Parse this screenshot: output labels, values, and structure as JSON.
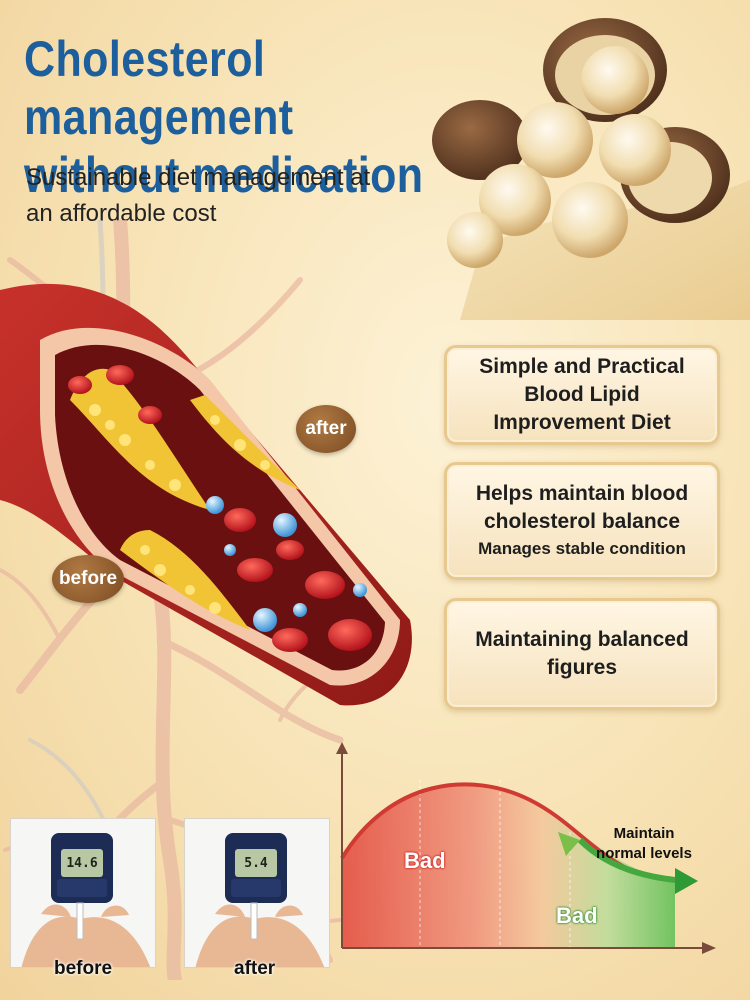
{
  "header": {
    "title_line1": "Cholesterol management",
    "title_line2": "without medication",
    "subtitle_line1": "Sustainable diet management at",
    "subtitle_line2": "an affordable cost"
  },
  "artery": {
    "after_label": "after",
    "before_label": "before"
  },
  "cards": [
    {
      "lines": [
        "Simple and Practical",
        "Blood Lipid",
        "Improvement Diet"
      ]
    },
    {
      "lines": [
        "Helps maintain blood",
        "cholesterol balance"
      ],
      "sub": "Manages stable condition"
    },
    {
      "lines": [
        "Maintaining balanced",
        "figures"
      ]
    }
  ],
  "chart": {
    "bad_label_1": "Bad",
    "bad_label_2": "Bad",
    "annotation_line1": "Maintain",
    "annotation_line2": "normal levels"
  },
  "meters": [
    {
      "reading": "14.6",
      "caption": "before"
    },
    {
      "reading": "5.4",
      "caption": "after"
    }
  ],
  "colors": {
    "title_blue": "#1d5f9c",
    "bad_red": "#e0443a",
    "good_green": "#3fae3b",
    "badge_brown": "#8a5a2b"
  }
}
